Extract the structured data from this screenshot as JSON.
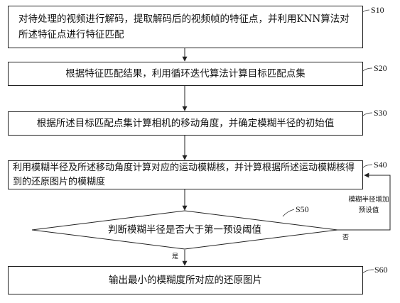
{
  "steps": [
    {
      "id": "S10",
      "text": "对待处理的视频进行解码，提取解码后的视频帧的特征点，并利用KNN算法对所述特征点进行特征匹配"
    },
    {
      "id": "S20",
      "text": "根据特征匹配结果，利用循环迭代算法计算目标匹配点集"
    },
    {
      "id": "S30",
      "text": "根据所述目标匹配点集计算相机的移动角度，并确定模糊半径的初始值"
    },
    {
      "id": "S40",
      "text": "利用模糊半径及所述移动角度计算对应的运动模糊核，并计算根据所述运动模糊核得到的还原图片的模糊度"
    },
    {
      "id": "S50",
      "text": "判断模糊半径是否大于第一预设阈值"
    },
    {
      "id": "S60",
      "text": "输出最小的模糊度所对应的还原图片"
    }
  ],
  "labels": {
    "yes": "是",
    "no": "否",
    "loop_line1": "模糊半径增加",
    "loop_line2": "预设值"
  }
}
